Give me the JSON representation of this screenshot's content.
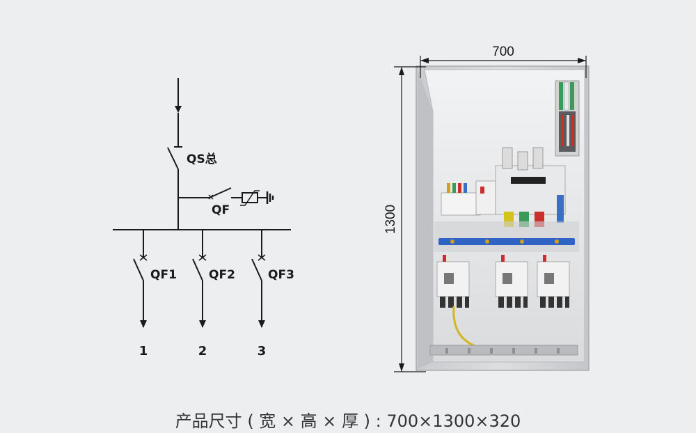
{
  "schematic": {
    "main_switch": "QS总",
    "surge_breaker": "QF",
    "branches": [
      {
        "breaker": "QF1",
        "output": "1"
      },
      {
        "breaker": "QF2",
        "output": "2"
      },
      {
        "breaker": "QF3",
        "output": "3"
      }
    ]
  },
  "cabinet": {
    "width_dim": "700",
    "height_dim": "1300"
  },
  "caption": "产品尺寸 ( 宽 × 高 × 厚 ) :  700×1300×320"
}
